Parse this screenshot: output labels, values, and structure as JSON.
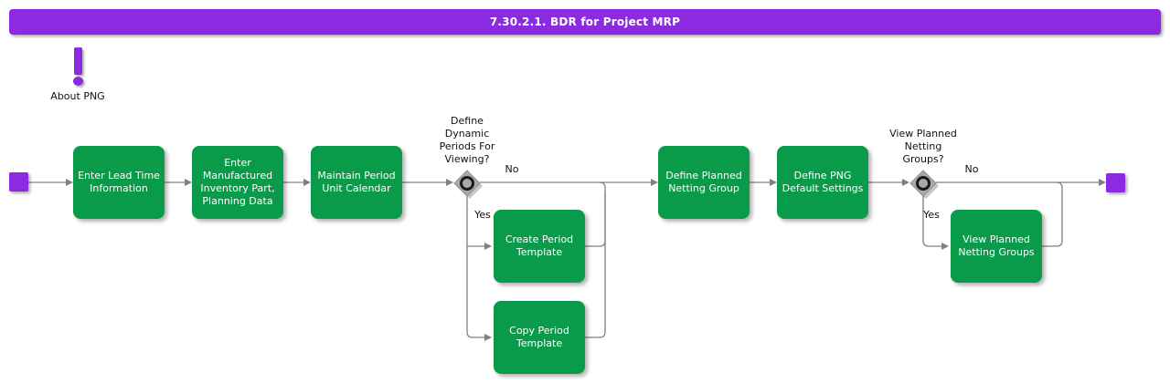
{
  "title_bar": {
    "title": "7.30.2.1. BDR for Project MRP"
  },
  "about": {
    "label": "About PNG"
  },
  "colors": {
    "purple": "#8a2be2",
    "green": "#0a9b4a",
    "line": "#808080",
    "diamond": "#a9a9a9",
    "diamond_border": "#8f8f8f"
  },
  "flow": {
    "steps": {
      "enter_lead_time_information": [
        "Enter Lead Time",
        "Information"
      ],
      "enter_manufactured_inventory": [
        "Enter",
        "Manufactured",
        "Inventory Part,",
        "Planning Data"
      ],
      "maintain_period_unit_calendar": [
        "Maintain Period",
        "Unit Calendar"
      ],
      "create_period_template": [
        "Create Period",
        "Template"
      ],
      "copy_period_template": [
        "Copy Period",
        "Template"
      ],
      "define_planned_netting_group": [
        "Define Planned",
        "Netting Group"
      ],
      "define_png_default_settings": [
        "Define PNG",
        "Default Settings"
      ],
      "view_planned_netting_groups": [
        "View Planned",
        "Netting Groups"
      ]
    },
    "decisions": {
      "dynamic_periods": {
        "question": [
          "Define",
          "Dynamic",
          "Periods For",
          "Viewing?"
        ],
        "yes": "Yes",
        "no": "No"
      },
      "view_png": {
        "question": [
          "View Planned",
          "Netting",
          "Groups?"
        ],
        "yes": "Yes",
        "no": "No"
      }
    }
  }
}
